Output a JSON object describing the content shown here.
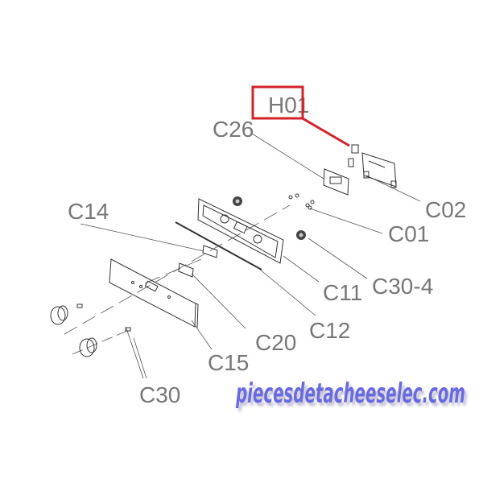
{
  "diagram": {
    "highlighted_part": "H01",
    "highlight_color": "#d0232a",
    "labels": {
      "h01": "H01",
      "c26": "C26",
      "c02": "C02",
      "c14": "C14",
      "c01": "C01",
      "c11": "C11",
      "c30_4": "C30-4",
      "c12": "C12",
      "c20": "C20",
      "c15": "C15",
      "c30": "C30"
    }
  },
  "watermark": "piecesdetacheeselec.com"
}
